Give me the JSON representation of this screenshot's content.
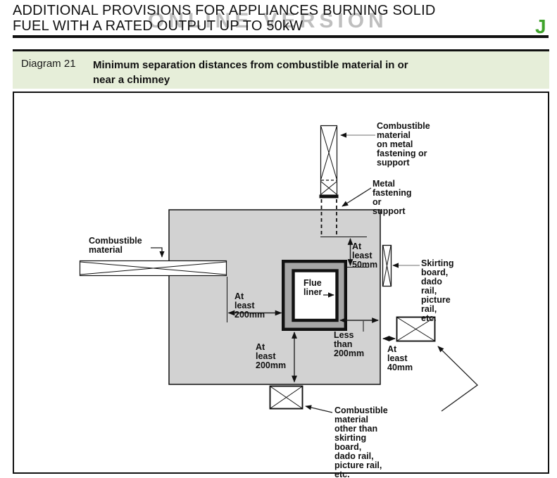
{
  "page": {
    "title_line1": "ADDITIONAL PROVISIONS FOR APPLIANCES BURNING SOLID",
    "title_line2": "FUEL WITH A RATED OUTPUT UP TO 50kW",
    "section_letter": "J",
    "watermark": "ONLINE VERSION"
  },
  "diagram_header": {
    "label": "Diagram 21",
    "title_line1": "Minimum separation distances from combustible material in or",
    "title_line2": "near a chimney"
  },
  "diagram": {
    "labels": {
      "combustible_on_metal": "Combustible material\non metal fastening or\nsupport",
      "metal_fastening": "Metal fastening or support",
      "at_least_50mm": "At least\n50mm",
      "skirting": "Skirting board,\ndado rail,\npicture rail, etc.",
      "combustible_material": "Combustible\nmaterial",
      "at_least_200mm_left": "At least\n200mm",
      "flue_liner": "Flue\nliner",
      "less_than_200mm": "Less than\n200mm",
      "at_least_200mm_bottom": "At least\n200mm",
      "at_least_40mm": "At least\n40mm",
      "combustible_other": "Combustible material\nother than skirting board,\ndado rail, picture rail, etc."
    },
    "colors": {
      "block_fill": "#d2d2d2",
      "flue_ring_fill": "#a6a6a6",
      "line": "#1a1a1a",
      "leader": "#8c8c8c"
    }
  },
  "colors": {
    "accent_green": "#3fa32b",
    "band_green": "#e6eed9",
    "watermark_gray": "#bfbfbf"
  }
}
